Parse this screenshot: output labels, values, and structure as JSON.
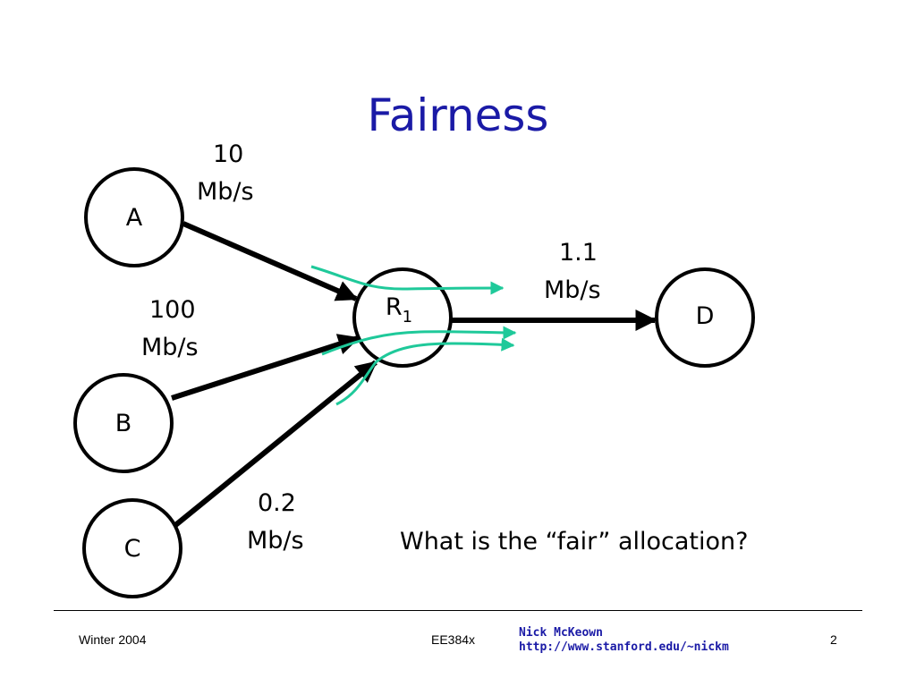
{
  "slide": {
    "title": "Fairness",
    "question": "What is the “fair” allocation?"
  },
  "nodes": {
    "a": "A",
    "b": "B",
    "c": "C",
    "d": "D",
    "r1_base": "R",
    "r1_sub": "1"
  },
  "links": {
    "a_rate": "10",
    "a_unit": "Mb/s",
    "b_rate": "100",
    "b_unit": "Mb/s",
    "c_rate": "0.2",
    "c_unit": "Mb/s",
    "d_rate": "1.1",
    "d_unit": "Mb/s"
  },
  "footer": {
    "left": "Winter 2004",
    "center": "EE384x",
    "author_name": "Nick McKeown",
    "author_url": "http://www.stanford.edu/~nickm",
    "page": "2"
  },
  "colors": {
    "title": "#1a1aa6",
    "flow": "#1fc99a",
    "link": "#000000"
  }
}
